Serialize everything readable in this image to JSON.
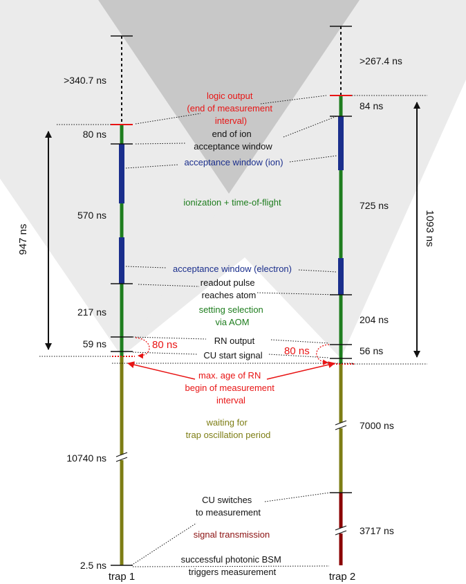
{
  "trap1": {
    "label": "trap 1",
    "durations": {
      "gt340": ">340.7 ns",
      "d80": "80 ns",
      "d570": "570 ns",
      "d217": "217 ns",
      "d59": "59 ns",
      "d10740": "10740 ns",
      "d2_5": "2.5 ns"
    },
    "total": "947 ns"
  },
  "trap2": {
    "label": "trap 2",
    "durations": {
      "gt267": ">267.4 ns",
      "d84": "84 ns",
      "d725": "725 ns",
      "d204": "204 ns",
      "d56": "56 ns",
      "d7000": "7000 ns",
      "d3717": "3717 ns"
    },
    "total": "1093 ns"
  },
  "annotations": {
    "logic_output": [
      "logic output",
      "(end of measurement",
      "interval)"
    ],
    "end_ion_window": [
      "end of ion",
      "acceptance window"
    ],
    "acceptance_ion": "acceptance window (ion)",
    "ionization": "ionization + time-of-flight",
    "acceptance_electron": "acceptance window (electron)",
    "readout_pulse": [
      "readout pulse",
      "reaches atom"
    ],
    "setting_selection": [
      "setting selection",
      "via AOM"
    ],
    "rn_output": "RN output",
    "cu_start": "CU start signal",
    "delay_left": "80 ns",
    "delay_right": "80 ns",
    "max_age": [
      "max. age of RN",
      "begin of measurement",
      "interval"
    ],
    "waiting": [
      "waiting for",
      "trap oscillation period"
    ],
    "cu_switches": [
      "CU switches",
      "to measurement"
    ],
    "signal_transmission": "signal transmission",
    "photonic_bsm": [
      "successful photonic BSM",
      "triggers measurement"
    ]
  },
  "colors": {
    "cone_light": "#ebebeb",
    "cone_dark": "#c8c8c8",
    "green_line": "#1e7d1e",
    "olive_line": "#7d7d14",
    "darkred_line": "#8b0000",
    "blue_window": "#1a2e8c",
    "red_marker": "#e81414",
    "blue_text": "#1a2e8c",
    "green_text": "#1e7d1e",
    "olive_text": "#7d7d14",
    "darkred_text": "#8b1010"
  }
}
